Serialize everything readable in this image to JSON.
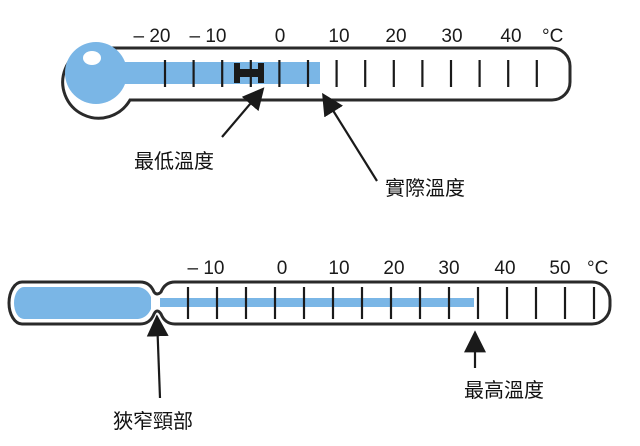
{
  "thermometers": [
    {
      "id": "min-max",
      "unit": "°C",
      "tick_labels": [
        "– 20",
        "– 10",
        "0",
        "10",
        "20",
        "30",
        "40"
      ],
      "reading_actual": 5,
      "reading_min": -5
    },
    {
      "id": "clinical-max",
      "unit": "°C",
      "tick_labels": [
        "– 10",
        "0",
        "10",
        "20",
        "30",
        "40",
        "50"
      ],
      "reading_max": 33
    }
  ],
  "labels": {
    "min_temperature": "最低溫度",
    "actual_temperature": "實際溫度",
    "max_temperature": "最高溫度",
    "narrow_neck": "狹窄頸部"
  },
  "colors": {
    "liquid": "#7ab6e6",
    "outline": "#2a2a2a",
    "glass": "#ffffff"
  },
  "icons": {
    "index_marker": "dumbbell-marker-icon",
    "arrow": "arrow-icon"
  }
}
